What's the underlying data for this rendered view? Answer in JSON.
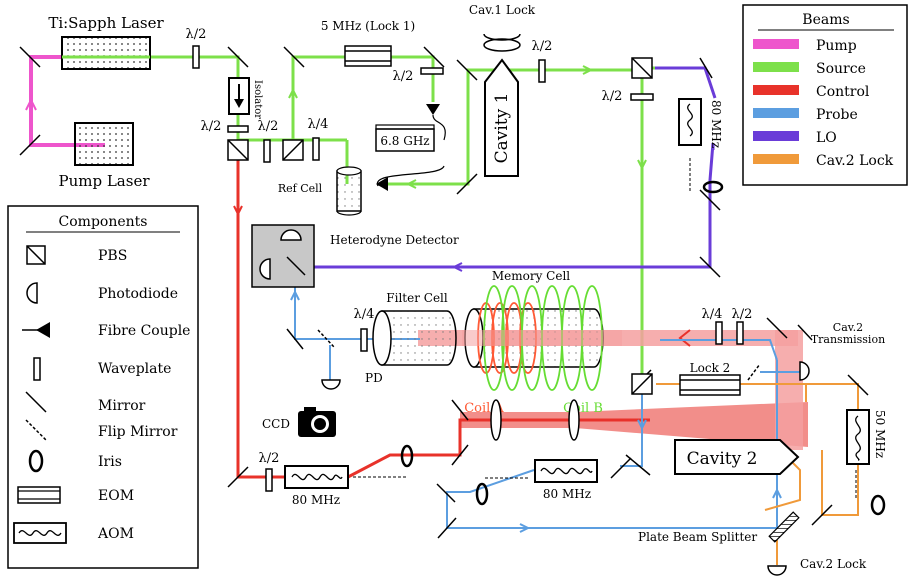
{
  "colors": {
    "pump": "#ee55cc",
    "source": "#7de04a",
    "control": "#e8322a",
    "probe": "#5c9ee0",
    "lo": "#6a3cd8",
    "cav2lock": "#f09a3a",
    "memory_beam": "#f4a0a0",
    "coil_a": "#ff5a36",
    "coil_b": "#66dd33"
  },
  "equipment": {
    "ti_sapph_laser": "Ti:Sapph Laser",
    "pump_laser": "Pump Laser",
    "isolator": "Isolator",
    "ref_cell": "Ref Cell",
    "heterodyne_detector": "Heterodyne Detector",
    "memory_cell": "Memory Cell",
    "filter_cell": "Filter Cell",
    "coil_a": "Coil A",
    "coil_b": "Coil B",
    "pd": "PD",
    "ccd": "CCD",
    "cavity_1": "Cavity 1",
    "cavity_2": "Cavity 2",
    "cav1_lock": "Cav.1 Lock",
    "cav2_transmission_1": "Cav.2",
    "cav2_transmission_2": "Transmission",
    "cav2_lock": "Cav.2 Lock",
    "plate_beam_splitter": "Plate Beam Splitter",
    "lock_1": "5 MHz (Lock 1)",
    "lock_2": "Lock 2",
    "ghz_68": "6.8 GHz",
    "aom_80_a": "80 MHz",
    "aom_80_b": "80 MHz",
    "aom_80_c": "80 MHz",
    "aom_50": "50 MHz"
  },
  "waveplates": {
    "half": "λ/2",
    "quarter": "λ/4"
  },
  "beams_legend": {
    "title": "Beams",
    "items": [
      {
        "label": "Pump",
        "color": "#ee55cc"
      },
      {
        "label": "Source",
        "color": "#7de04a"
      },
      {
        "label": "Control",
        "color": "#e8322a"
      },
      {
        "label": "Probe",
        "color": "#5c9ee0"
      },
      {
        "label": "LO",
        "color": "#6a3cd8"
      },
      {
        "label": "Cav.2 Lock",
        "color": "#f09a3a"
      }
    ]
  },
  "components_legend": {
    "title": "Components",
    "items": [
      {
        "label": "PBS",
        "icon": "pbs-icon"
      },
      {
        "label": "Photodiode",
        "icon": "photodiode-icon"
      },
      {
        "label": "Fibre Couple",
        "icon": "fibre-couple-icon"
      },
      {
        "label": "Waveplate",
        "icon": "waveplate-icon"
      },
      {
        "label": "Mirror",
        "icon": "mirror-icon"
      },
      {
        "label": "Flip Mirror",
        "icon": "flip-mirror-icon"
      },
      {
        "label": "Iris",
        "icon": "iris-icon"
      },
      {
        "label": "EOM",
        "icon": "eom-icon"
      },
      {
        "label": "AOM",
        "icon": "aom-icon"
      }
    ]
  }
}
